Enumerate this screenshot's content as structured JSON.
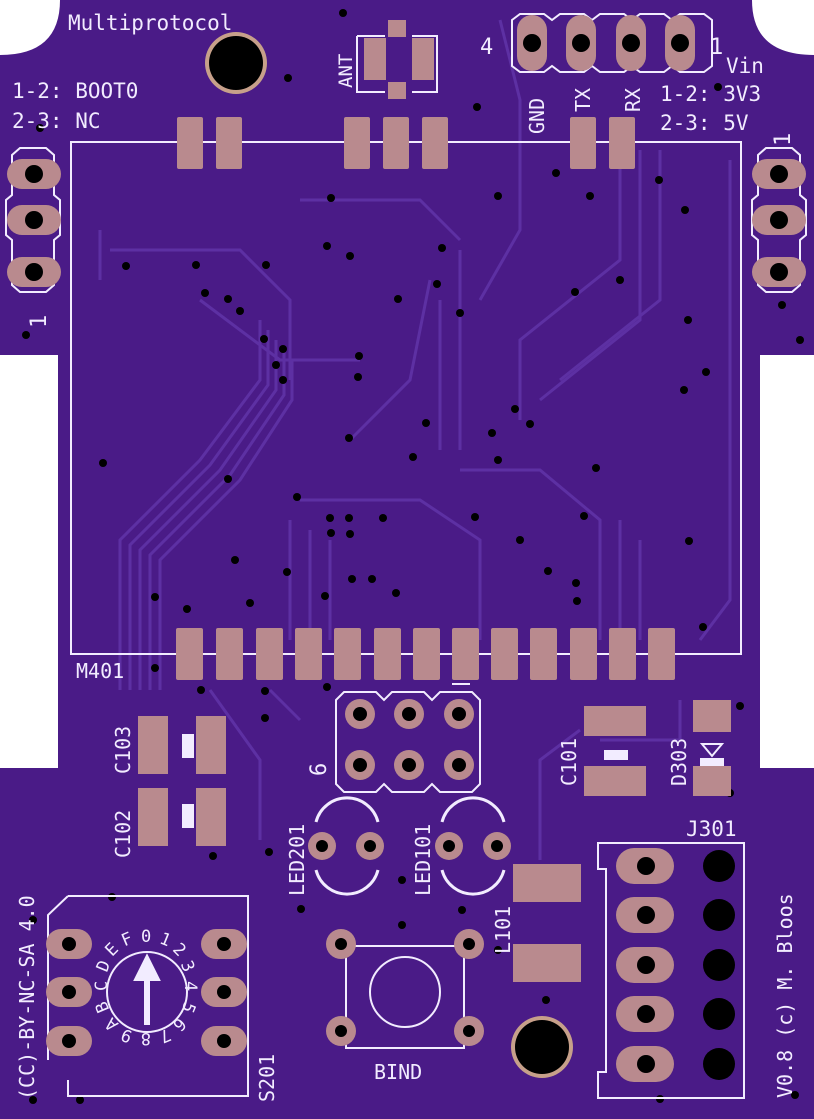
{
  "board": {
    "colors": {
      "soldermask": "#4a1b87",
      "soldermask_light": "#5a2a99",
      "trace": "#5d30a3",
      "copper_pad": "#b98a8e",
      "silkscreen": "#f2ecff",
      "hole": "#000000"
    }
  },
  "labels": {
    "title": "Multiprotocol",
    "boot_1": "1-2: BOOT0",
    "boot_2": "2-3: NC",
    "vin": "Vin",
    "vin_1": "1-2: 3V3",
    "vin_2": "2-3: 5V",
    "ant": "ANT",
    "header_4": "4",
    "header_1": "1",
    "gnd": "GND",
    "tx": "TX",
    "rx": "RX",
    "left_1": "1",
    "right_1": "1",
    "m401": "M401",
    "c103": "C103",
    "c102": "C102",
    "c101": "C101",
    "d303": "D303",
    "j301": "J301",
    "led201": "LED201",
    "led101": "LED101",
    "l101": "L101",
    "s201": "S201",
    "bind": "BIND",
    "icsp_6": "6",
    "license": "(CC)-BY-NC-SA 4.0",
    "version": "V0.8 (c) M. Bloos",
    "dial": [
      "0",
      "1",
      "2",
      "3",
      "4",
      "5",
      "6",
      "7",
      "8",
      "9",
      "A",
      "B",
      "C",
      "D",
      "E",
      "F"
    ]
  }
}
